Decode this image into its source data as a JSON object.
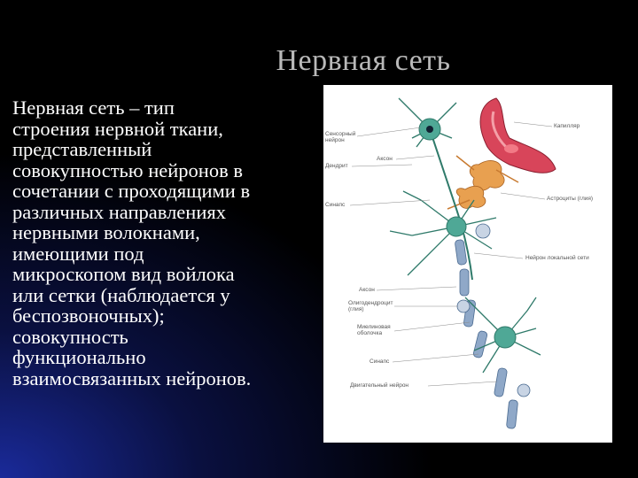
{
  "slide": {
    "title": "Нервная сеть",
    "body_lines": [
      "Нервная сеть – тип",
      "строения нервной ткани,",
      "представленный",
      "совокупностью нейронов в",
      "сочетании с проходящими в",
      "различных направлениях",
      "нервными волокнами,",
      "имеющими под",
      "микроскопом вид войлока",
      "или сетки (наблюдается у",
      "беспозвоночных);",
      "совокупность",
      "функционально",
      "взаимосвязанных нейронов."
    ]
  },
  "figure": {
    "labels": {
      "sensory_neuron": [
        "Сенсорный",
        "нейрон"
      ],
      "axon_top": "Аксон",
      "dendrite": "Дендрит",
      "synapse_top": "Синапс",
      "capillary": "Капилляр",
      "astrocytes": "Астроциты (глия)",
      "local_net": "Нейрон локальной сети",
      "axon_bottom": "Аксон",
      "oligodendrocyte": [
        "Олигодендроцит",
        "(глия)"
      ],
      "myelin": [
        "Миелиновая",
        "оболочка"
      ],
      "synapse_bottom": "Синапс",
      "motor_neuron": "Двигательный нейрон"
    },
    "colors": {
      "neuron": "#2f7a6a",
      "capillary": "#d8455a",
      "astrocyte": "#e8a050",
      "myelin": "#8fa8c8"
    }
  }
}
